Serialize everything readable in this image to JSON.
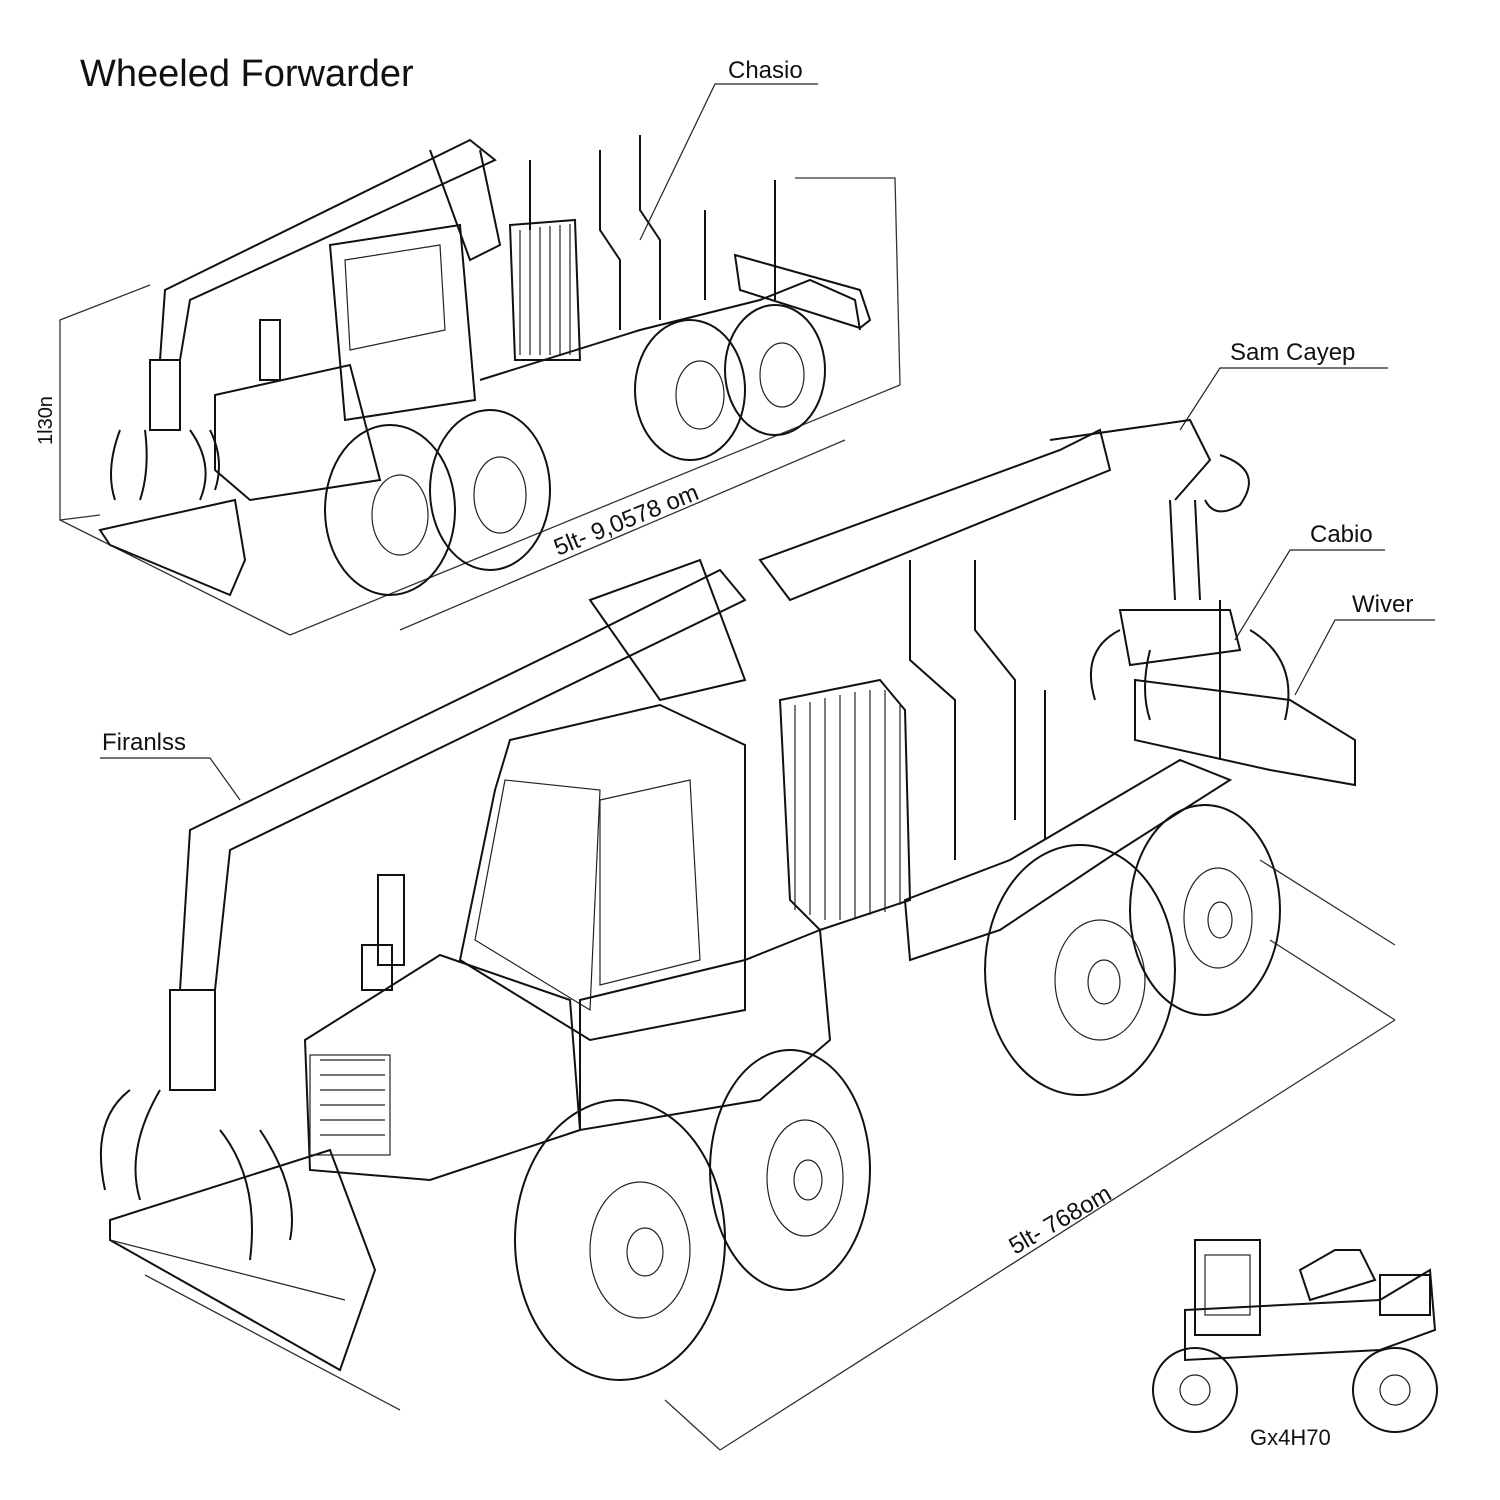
{
  "title": "Wheeled Forwarder",
  "labels": {
    "chassis": "Chasio",
    "crane": "Sam Cayep",
    "cab": "Cabio",
    "blade": "Wiver",
    "frame": "Firanlss"
  },
  "dimensions": {
    "height": "1l30n",
    "length_top": "5lt- 9,0578 om",
    "length_main": "5lt- 768om"
  },
  "inset": {
    "model": "Gx4H70"
  },
  "colors": {
    "ink": "#111111",
    "background": "#ffffff"
  }
}
